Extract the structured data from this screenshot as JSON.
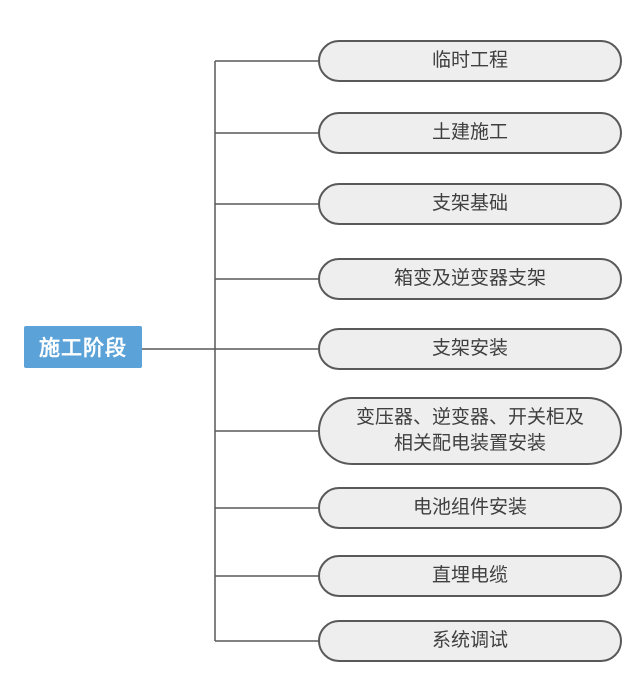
{
  "diagram": {
    "root": {
      "label": "施工阶段"
    },
    "branches": [
      {
        "label": "临时工程"
      },
      {
        "label": "土建施工"
      },
      {
        "label": "支架基础"
      },
      {
        "label": "箱变及逆变器支架"
      },
      {
        "label": "支架安装"
      },
      {
        "label": "变压器、逆变器、开关柜及\n相关配电装置安装"
      },
      {
        "label": "电池组件安装"
      },
      {
        "label": "直埋电缆"
      },
      {
        "label": "系统调试"
      }
    ]
  },
  "colors": {
    "root-fill": "#5AA2D8",
    "root-text": "#FFFFFF",
    "node-fill": "#EEEEEF",
    "node-border": "#595959",
    "node-text": "#3F3F3F",
    "line-color": "#595959"
  }
}
